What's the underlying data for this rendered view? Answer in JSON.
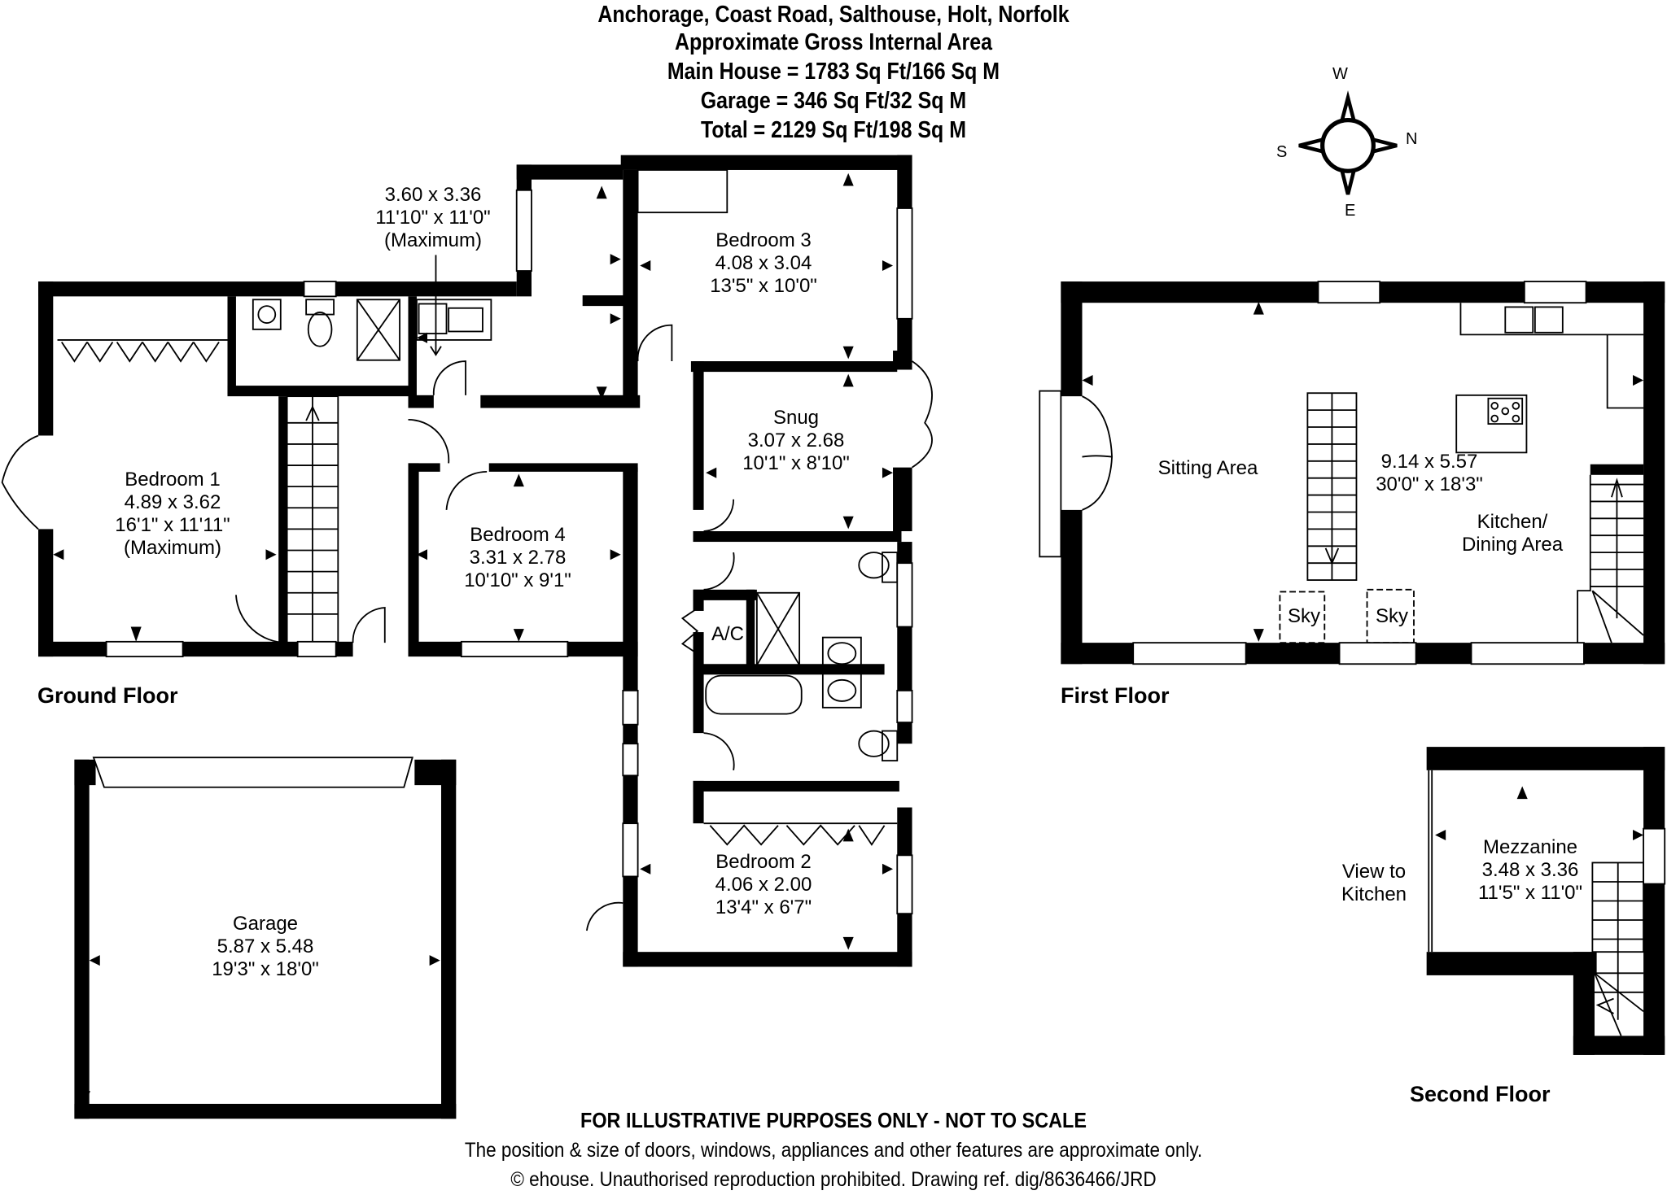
{
  "header": {
    "address": "Anchorage, Coast Road, Salthouse, Holt, Norfolk",
    "subtitle": "Approximate Gross Internal Area",
    "main_house": "Main House = 1783 Sq Ft/166 Sq M",
    "garage": "Garage = 346 Sq Ft/32 Sq M",
    "total": "Total = 2129 Sq Ft/198 Sq M"
  },
  "compass": {
    "top": "W",
    "right": "N",
    "bottom": "E",
    "left": "S"
  },
  "floors": {
    "ground": {
      "label": "Ground Floor",
      "rooms": [
        {
          "name": "Bedroom 1",
          "metric": "4.89 x 3.62",
          "imperial": "16'1\" x 11'11\"",
          "note": "(Maximum)"
        },
        {
          "name": "Bedroom 4",
          "metric": "3.31 x 2.78",
          "imperial": "10'10\" x 9'1\""
        },
        {
          "name": "Bedroom 3",
          "metric": "4.08 x 3.04",
          "imperial": "13'5\" x 10'0\""
        },
        {
          "name": "Snug",
          "metric": "3.07 x 2.68",
          "imperial": "10'1\" x 8'10\""
        },
        {
          "name": "Bedroom 2",
          "metric": "4.06 x 2.00",
          "imperial": "13'4\" x 6'7\""
        },
        {
          "name": "",
          "metric": "3.60 x 3.36",
          "imperial": "11'10\" x 11'0\"",
          "note": "(Maximum)"
        },
        {
          "name": "A/C"
        }
      ]
    },
    "garage": {
      "rooms": [
        {
          "name": "Garage",
          "metric": "5.87 x 5.48",
          "imperial": "19'3\" x 18'0\""
        }
      ]
    },
    "first": {
      "label": "First Floor",
      "rooms": [
        {
          "name": "Sitting Area"
        },
        {
          "name": "",
          "metric": "9.14 x 5.57",
          "imperial": "30'0\" x 18'3\""
        },
        {
          "name": "Kitchen/",
          "name2": "Dining Area"
        },
        {
          "name": "Sky"
        },
        {
          "name": "Sky"
        }
      ]
    },
    "second": {
      "label": "Second Floor",
      "rooms": [
        {
          "name": "Mezzanine",
          "metric": "3.48 x 3.36",
          "imperial": "11'5\" x 11'0\""
        },
        {
          "name": "View to",
          "name2": "Kitchen"
        }
      ]
    }
  },
  "footer": {
    "disclaimer": "FOR ILLUSTRATIVE PURPOSES ONLY - NOT TO SCALE",
    "note": "The position & size of doors, windows, appliances and other features are approximate only.",
    "copyright": "© ehouse. Unauthorised reproduction prohibited. Drawing ref. dig/8636466/JRD"
  }
}
